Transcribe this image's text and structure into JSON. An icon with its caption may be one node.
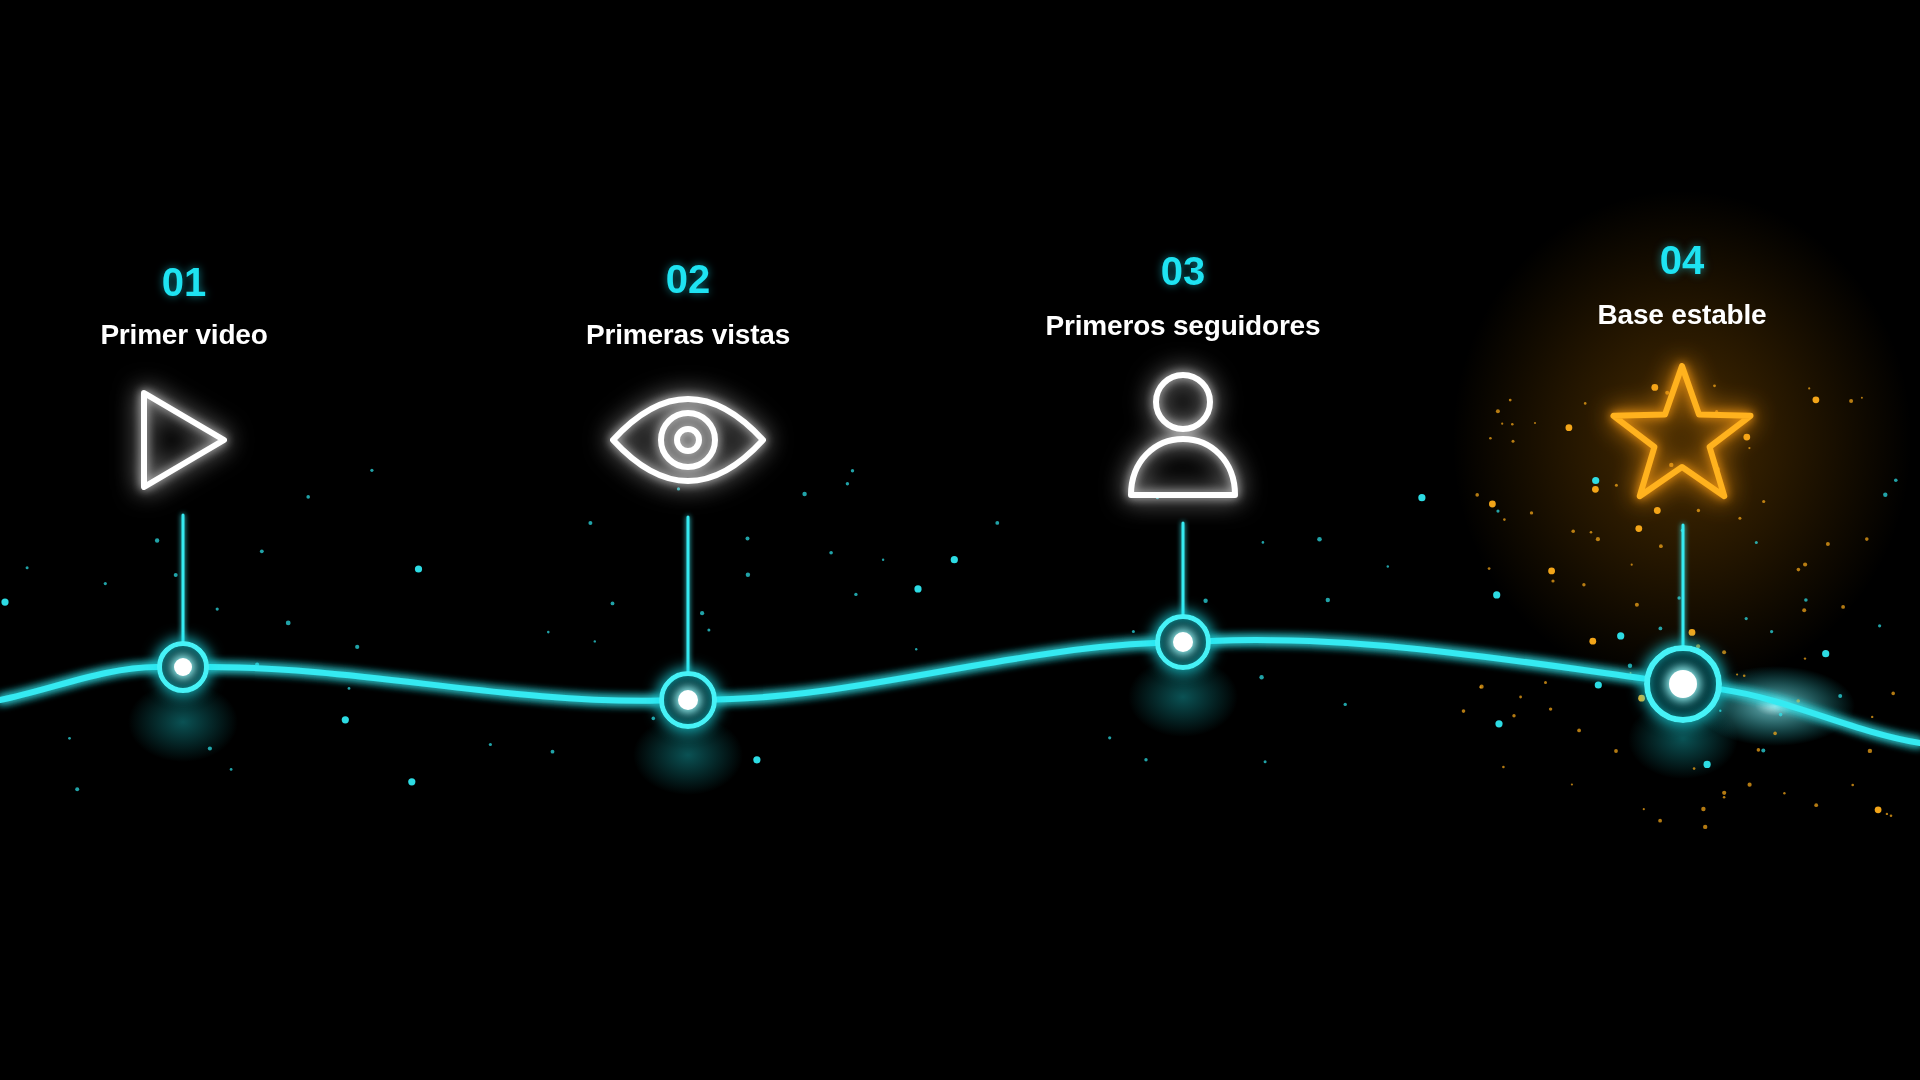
{
  "diagram": {
    "nodes": [
      {
        "text": [
          "01",
          "Primer video"
        ]
      },
      {
        "text": [
          "02",
          "Primeras vistas"
        ]
      },
      {
        "text": [
          "03",
          "Primeros seguidores"
        ]
      },
      {
        "text": [
          "04",
          "Base estable"
        ]
      },
      {
        "text": [],
        "shape": "circle"
      },
      {
        "text": [],
        "shape": "circle"
      },
      {
        "text": [],
        "shape": "circle"
      },
      {
        "text": [],
        "shape": "circle"
      }
    ],
    "edges": [
      {
        "from": 0,
        "to": 4,
        "arrow": "none"
      },
      {
        "from": 1,
        "to": 5,
        "arrow": "none"
      },
      {
        "from": 2,
        "to": 6,
        "arrow": "none"
      },
      {
        "from": 3,
        "to": 7,
        "arrow": "none"
      },
      {
        "from": null,
        "to": 4,
        "arrow": "none"
      },
      {
        "from": 4,
        "to": 5,
        "arrow": "none"
      },
      {
        "from": 5,
        "to": 6,
        "arrow": "none"
      },
      {
        "from": 6,
        "to": 7,
        "arrow": "none"
      },
      {
        "from": 7,
        "to": null,
        "arrow": "none"
      }
    ]
  }
}
